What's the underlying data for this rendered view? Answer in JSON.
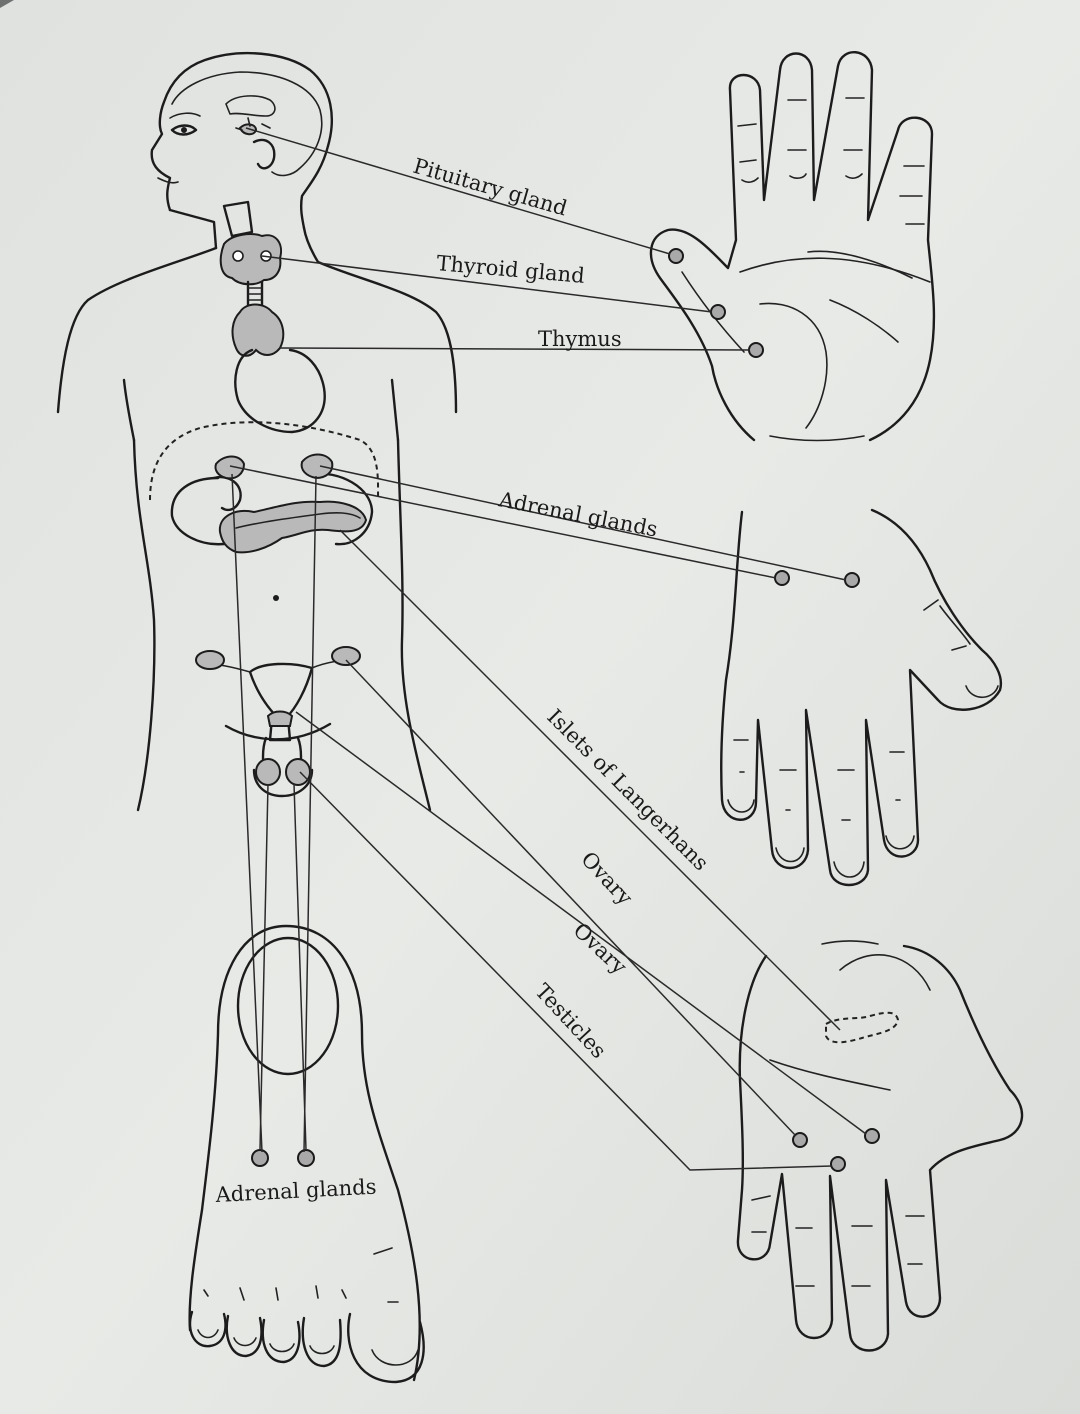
{
  "labels": {
    "pituitary": "Pituitary gland",
    "thyroid": "Thyroid gland",
    "thymus": "Thymus",
    "adrenal_hand": "Adrenal glands",
    "islets": "Islets of Langerhans",
    "ovary_1": "Ovary",
    "ovary_2": "Ovary",
    "testicles": "Testicles",
    "adrenal_foot": "Adrenal glands"
  },
  "colors": {
    "paper": "#e6e8e5",
    "ink": "#1c1c1c",
    "point_fill": "#a9a9a9"
  }
}
